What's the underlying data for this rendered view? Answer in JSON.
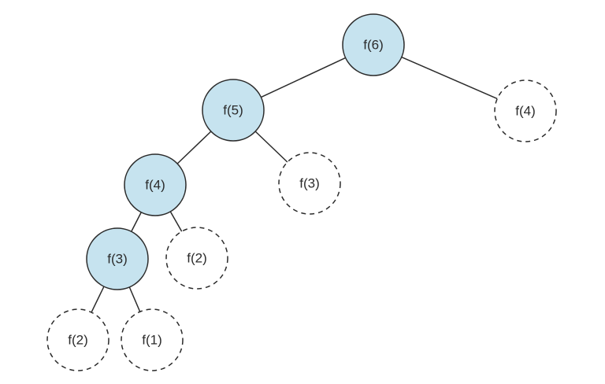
{
  "colors": {
    "computed_fill": "#c6e3ef",
    "memo_fill": "#ffffff",
    "stroke": "#2b2b2b"
  },
  "nodes": [
    {
      "id": "n6",
      "label": "f(6)",
      "style": "computed"
    },
    {
      "id": "n5",
      "label": "f(5)",
      "style": "computed"
    },
    {
      "id": "n4r",
      "label": "f(4)",
      "style": "memo"
    },
    {
      "id": "n4",
      "label": "f(4)",
      "style": "computed"
    },
    {
      "id": "n3r",
      "label": "f(3)",
      "style": "memo"
    },
    {
      "id": "n3",
      "label": "f(3)",
      "style": "computed"
    },
    {
      "id": "n2r",
      "label": "f(2)",
      "style": "memo"
    },
    {
      "id": "n2l",
      "label": "f(2)",
      "style": "memo"
    },
    {
      "id": "n1",
      "label": "f(1)",
      "style": "memo"
    }
  ],
  "edges": [
    {
      "from": "n6",
      "to": "n5"
    },
    {
      "from": "n6",
      "to": "n4r"
    },
    {
      "from": "n5",
      "to": "n4"
    },
    {
      "from": "n5",
      "to": "n3r"
    },
    {
      "from": "n4",
      "to": "n3"
    },
    {
      "from": "n4",
      "to": "n2r"
    },
    {
      "from": "n3",
      "to": "n2l"
    },
    {
      "from": "n3",
      "to": "n1"
    }
  ]
}
